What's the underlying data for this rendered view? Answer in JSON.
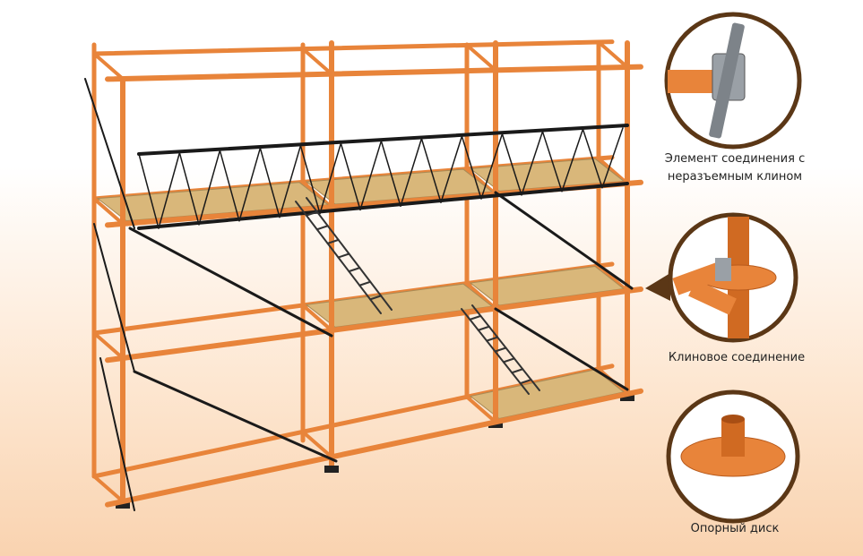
{
  "callouts": [
    {
      "label": "Элемент соединения с неразъемным клином",
      "line1": "Элемент соединения с",
      "line2": "неразъемным клином"
    },
    {
      "label": "Клиновое соединение"
    },
    {
      "label": "Опорный диск"
    }
  ],
  "colors": {
    "pipe": "#e8843a",
    "pipe_dark": "#b85a1c",
    "plank": "#d9b77a",
    "brace": "#1a1a1a",
    "frame": "#5b3716"
  }
}
